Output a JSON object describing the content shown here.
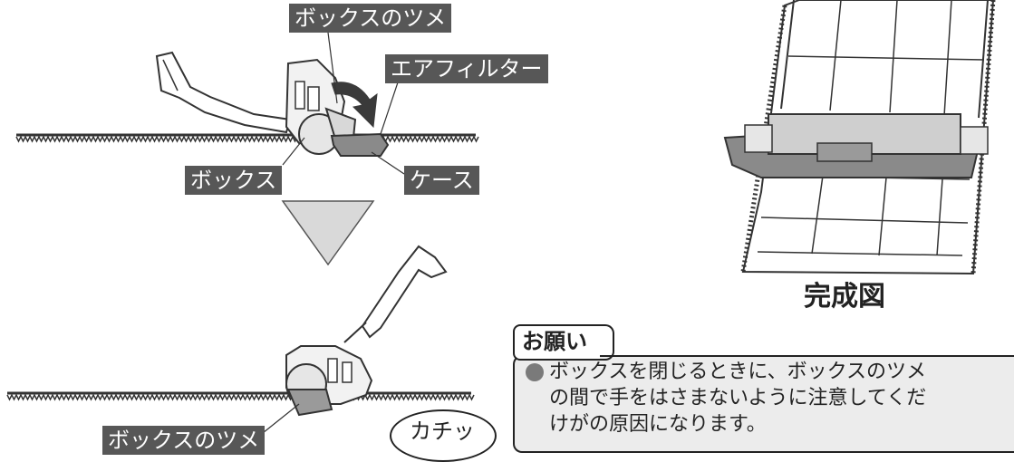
{
  "labels": {
    "box_claw_top": "ボックスのツメ",
    "air_filter": "エアフィルター",
    "box": "ボックス",
    "case": "ケース",
    "box_claw_bottom": "ボックスのツメ",
    "click_sound": "カチッ",
    "completed": "完成図"
  },
  "note": {
    "title": "お願い",
    "lines": [
      "ボックスを閉じるときに、ボックスのツメ",
      "の間で手をはさまないように注意してくだ",
      "けがの原因になります。"
    ]
  },
  "colors": {
    "label_bg": "#575757",
    "note_bg": "#ececec",
    "arrow": "#3a3a3a",
    "triangle": "#d9d9d9"
  }
}
